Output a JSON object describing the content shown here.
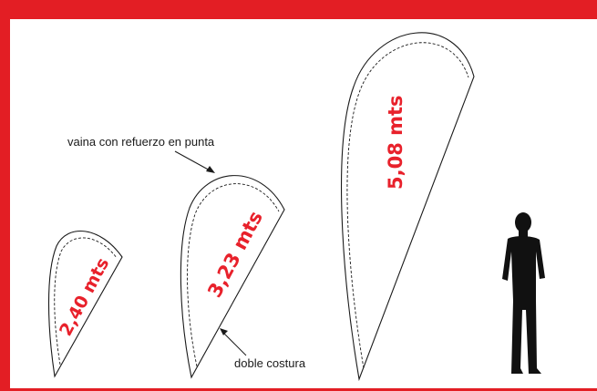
{
  "colors": {
    "frame": "#e31e24",
    "size_text": "#e8212b",
    "outline": "#1a1a1a",
    "silhouette": "#111111"
  },
  "flags": [
    {
      "size": "2,40 mts"
    },
    {
      "size": "3,23 mts"
    },
    {
      "size": "5,08 mts"
    }
  ],
  "callouts": {
    "sleeve": "vaina con refuerzo en punta",
    "seam": "doble costura"
  },
  "icons": {
    "person": "person-silhouette-icon"
  }
}
